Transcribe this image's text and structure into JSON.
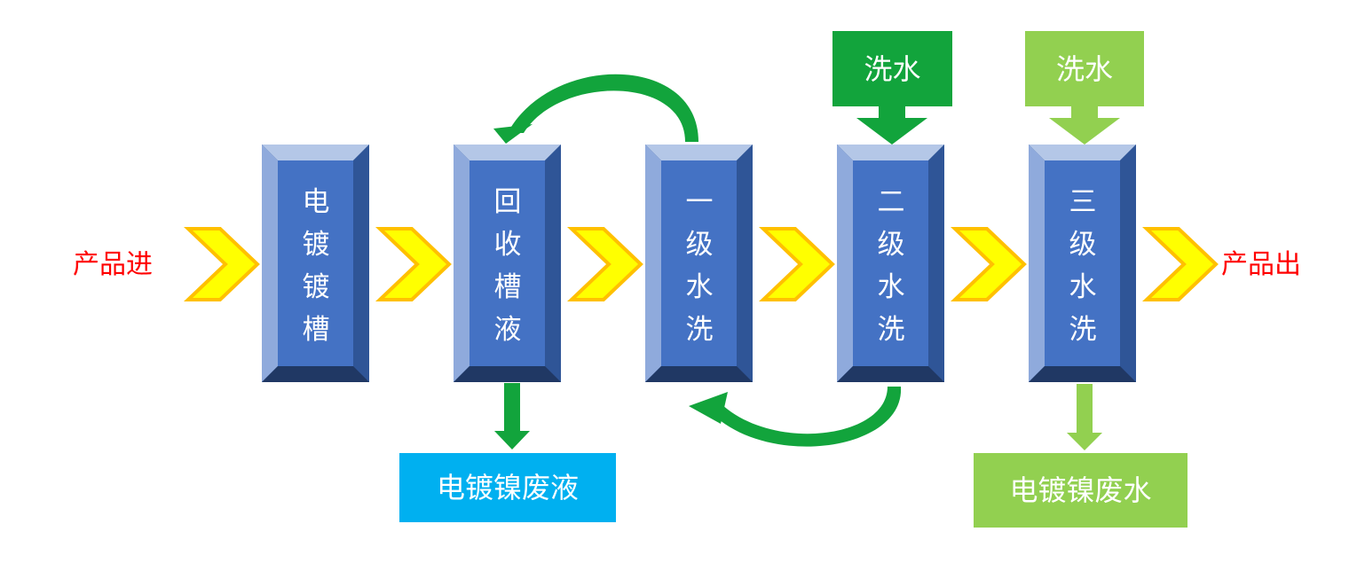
{
  "flow": {
    "input_label": "产品进",
    "output_label": "产品出"
  },
  "tanks": [
    {
      "id": "plating",
      "chars": [
        "电",
        "镀",
        "镀",
        "槽"
      ]
    },
    {
      "id": "recovery",
      "chars": [
        "回",
        "收",
        "槽",
        "液"
      ]
    },
    {
      "id": "rinse1",
      "chars": [
        "一",
        "级",
        "水",
        "洗"
      ]
    },
    {
      "id": "rinse2",
      "chars": [
        "二",
        "级",
        "水",
        "洗"
      ]
    },
    {
      "id": "rinse3",
      "chars": [
        "三",
        "级",
        "水",
        "洗"
      ]
    }
  ],
  "inputs": {
    "wash_water_1": "洗水",
    "wash_water_2": "洗水"
  },
  "outputs": {
    "waste_liquid": "电镀镍废液",
    "waste_water": "电镀镍废水"
  },
  "colors": {
    "tank_fill": "#4472c4",
    "tank_bevel_light": "#8faadc",
    "tank_bevel_dark": "#2f5597",
    "chevron_fill": "#ffff00",
    "chevron_outline": "#ffc000",
    "dark_green": "#12a43c",
    "light_green": "#92d050",
    "cyan": "#00b0f0",
    "label_red": "#ff0000"
  }
}
